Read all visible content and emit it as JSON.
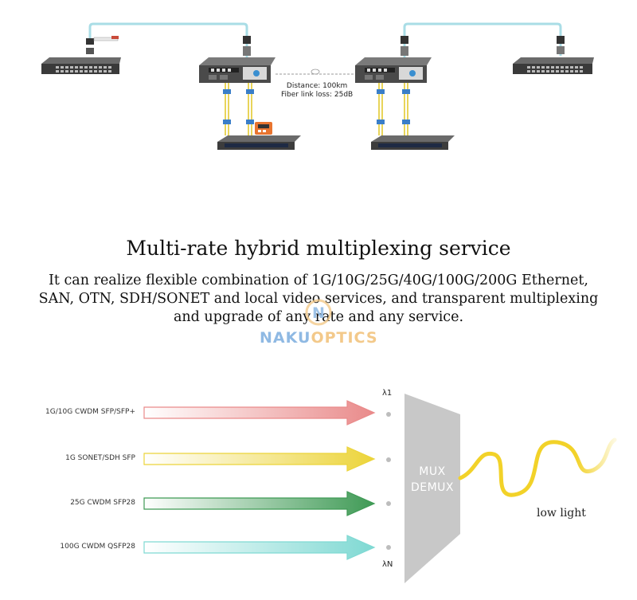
{
  "topology": {
    "distance": "Distance: 100km",
    "link_loss": "Fiber link loss: 25dB"
  },
  "service": {
    "title": "Multi-rate hybrid multiplexing service",
    "description_line1": "It can realize flexible combination of 1G/10G/25G/40G/100G/200G Ethernet,",
    "description_line2": "SAN, OTN, SDH/SONET and local video services, and transparent multiplexing",
    "description_line3": "and upgrade of any rate and any service."
  },
  "watermark": {
    "part1": "NAKU",
    "part2": "OPTICS",
    "logo_letter": "N"
  },
  "mux_diagram": {
    "modules": [
      {
        "label": "1G/10G CWDM SFP/SFP+",
        "color": "#e98a8a"
      },
      {
        "label": "1G SONET/SDH SFP",
        "color": "#ecd43a"
      },
      {
        "label": "25G CWDM SFP28",
        "color": "#3f9a55"
      },
      {
        "label": "100G CWDM QSFP28",
        "color": "#7fd9d3"
      }
    ],
    "lambda_first": "λ1",
    "lambda_last": "λN",
    "mux_line1": "MUX",
    "mux_line2": "DEMUX",
    "output_label": "low light",
    "mux_color": "#c8c8c8",
    "fiber_color": "#f2d229"
  }
}
